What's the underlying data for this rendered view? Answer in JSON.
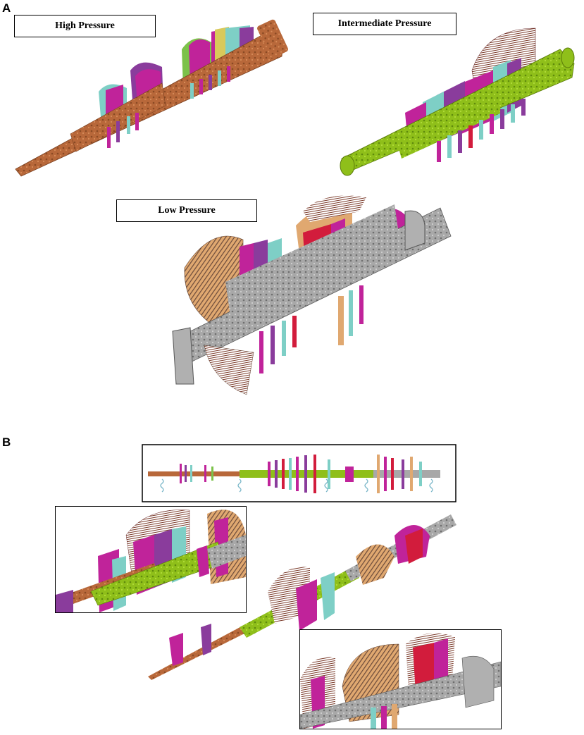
{
  "panels": {
    "a": {
      "letter": "A"
    },
    "b": {
      "letter": "B"
    }
  },
  "labels": {
    "high": "High Pressure",
    "intermediate": "Intermediate Pressure",
    "low": "Low Pressure"
  },
  "colors": {
    "hp_rotor": "#b8683a",
    "ip_rotor": "#8fbf1a",
    "lp_rotor": "#a8a8a8",
    "blade_orange": "#e0a870",
    "blade_magenta": "#c0239a",
    "blade_purple": "#8a3c9c",
    "blade_teal": "#7ecfc6",
    "blade_red": "#d21c3c",
    "blade_green": "#7cc24a",
    "spring": "#7ab7c9"
  }
}
